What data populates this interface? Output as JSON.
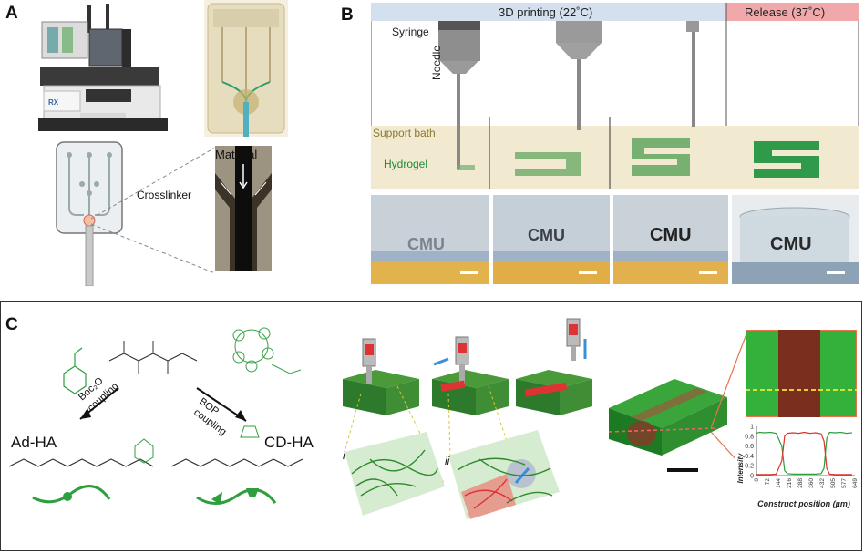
{
  "panels": {
    "a": "A",
    "b": "B",
    "c": "C"
  },
  "panel_a": {
    "material": "Material",
    "crosslinker": "Crosslinker",
    "printer_badge": "RX"
  },
  "panel_b": {
    "header_print": "3D printing (22˚C)",
    "header_release": "Release (37˚C)",
    "syringe": "Syringe",
    "needle": "Needle",
    "support_bath": "Support bath",
    "hydrogel": "Hydrogel",
    "photo_text": [
      "CMU",
      "CMU",
      "CMU",
      "CMU"
    ],
    "colors": {
      "print_header": "#d5e0ef",
      "release_header": "#f1a8aa",
      "bath": "#f1ead0",
      "gel": "#2f9a4a"
    }
  },
  "panel_c": {
    "ad_ha": "Ad-HA",
    "cd_ha": "CD-HA",
    "boc_coupling_1": "Boc₂O",
    "boc_coupling_2": "coupling",
    "bop_coupling_1": "BOP",
    "bop_coupling_2": "coupling",
    "roman_i": "i",
    "roman_ii": "ii",
    "chart": {
      "ylabel": "Intensity",
      "xlabel": "Construct position (µm)"
    }
  },
  "chart_data": {
    "type": "line",
    "xlabel": "Construct position (µm)",
    "ylabel": "Intensity",
    "xticks": [
      "0",
      "72",
      "144",
      "216",
      "288",
      "360",
      "432",
      "505",
      "577",
      "649"
    ],
    "yticks": [
      "0",
      "0.2",
      "0.4",
      "0.6",
      "0.8",
      "1"
    ],
    "ylim": [
      0,
      1
    ],
    "xlim": [
      0,
      700
    ],
    "series": [
      {
        "color": "#2e9e3e",
        "x": [
          0,
          20,
          60,
          100,
          140,
          180,
          200,
          220,
          260,
          300,
          340,
          380,
          420,
          460,
          480,
          500,
          520,
          560,
          600,
          640,
          680
        ],
        "y": [
          0.86,
          0.88,
          0.87,
          0.88,
          0.86,
          0.6,
          0.1,
          0.04,
          0.03,
          0.03,
          0.03,
          0.03,
          0.03,
          0.04,
          0.15,
          0.75,
          0.88,
          0.87,
          0.88,
          0.86,
          0.87
        ]
      },
      {
        "color": "#d9342b",
        "x": [
          0,
          20,
          60,
          100,
          140,
          180,
          200,
          220,
          260,
          300,
          340,
          380,
          420,
          460,
          480,
          500,
          520,
          560,
          600,
          640,
          680
        ],
        "y": [
          0.02,
          0.02,
          0.02,
          0.02,
          0.03,
          0.3,
          0.8,
          0.86,
          0.87,
          0.86,
          0.88,
          0.86,
          0.87,
          0.85,
          0.7,
          0.15,
          0.03,
          0.02,
          0.02,
          0.02,
          0.02
        ]
      }
    ]
  }
}
